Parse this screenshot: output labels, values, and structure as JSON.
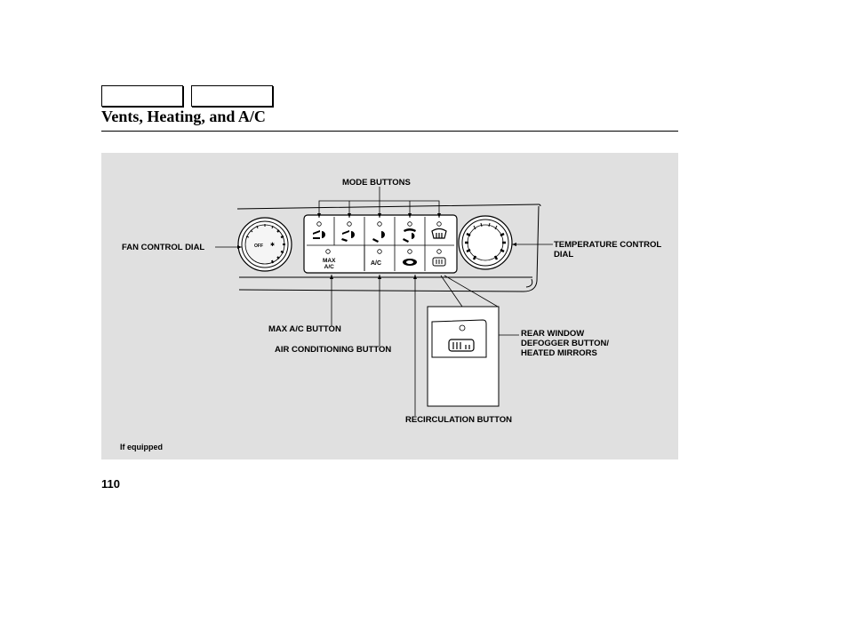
{
  "header": {
    "tabs": [
      "",
      ""
    ],
    "title": "Vents, Heating, and A/C"
  },
  "figure": {
    "labels": {
      "mode_buttons": "MODE BUTTONS",
      "fan_control_dial": "FAN CONTROL DIAL",
      "temperature_control_dial": "TEMPERATURE CONTROL\nDIAL",
      "max_ac_button": "MAX A/C BUTTON",
      "air_conditioning_button": "AIR CONDITIONING BUTTON",
      "rear_window_defogger": "REAR WINDOW\nDEFOGGER BUTTON/\nHEATED MIRRORS",
      "recirculation_button": "RECIRCULATION BUTTON",
      "footnote": "If equipped"
    },
    "button_text": {
      "max_ac_top": "MAX",
      "max_ac_bottom": "A/C",
      "ac": "A/C",
      "dial_off": "OFF"
    },
    "icons": [
      "vent-icon",
      "bilevel-icon",
      "floor-icon",
      "floor-defrost-icon",
      "defrost-icon",
      "recirculation-icon",
      "rear-defogger-icon"
    ]
  },
  "page_number": "110"
}
